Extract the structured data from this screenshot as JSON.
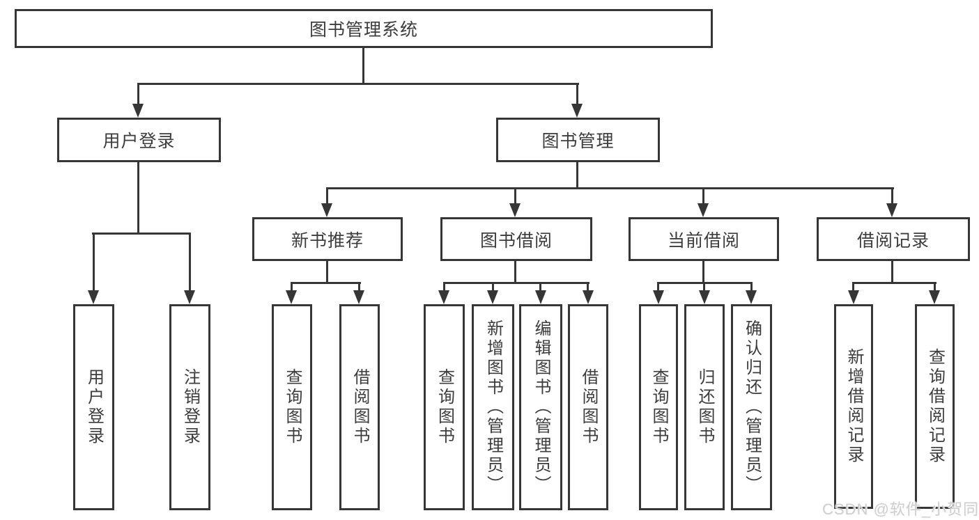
{
  "diagram": {
    "root": {
      "label": "图书管理系统"
    },
    "level2": {
      "user_login": {
        "label": "用户登录"
      },
      "book_management": {
        "label": "图书管理"
      }
    },
    "level3": {
      "new_book_recommend": {
        "label": "新书推荐"
      },
      "book_borrowing": {
        "label": "图书借阅"
      },
      "current_borrowing": {
        "label": "当前借阅"
      },
      "borrowing_records": {
        "label": "借阅记录"
      }
    },
    "leaves": {
      "user_login": {
        "label": "用户登录"
      },
      "logout": {
        "label": "注销登录"
      },
      "nb_query_books": {
        "label": "查询图书"
      },
      "nb_borrow_books": {
        "label": "借阅图书"
      },
      "bb_query_books": {
        "label": "查询图书"
      },
      "bb_add_books": {
        "label": "新增图书（管理员）"
      },
      "bb_edit_books": {
        "label": "编辑图书（管理员）"
      },
      "bb_borrow_books": {
        "label": "借阅图书"
      },
      "cb_query_books": {
        "label": "查询图书"
      },
      "cb_return_books": {
        "label": "归还图书"
      },
      "cb_confirm_return": {
        "label": "确认归还（管理员）"
      },
      "br_add_record": {
        "label": "新增借阅记录"
      },
      "br_query_record": {
        "label": "查询借阅记录"
      }
    }
  },
  "watermark": {
    "text": "CSDN @软件_小贺同学"
  },
  "colors": {
    "line": "#363636",
    "text": "#3c3c3c",
    "background": "#ffffff",
    "watermark": "#cbcbcb"
  }
}
